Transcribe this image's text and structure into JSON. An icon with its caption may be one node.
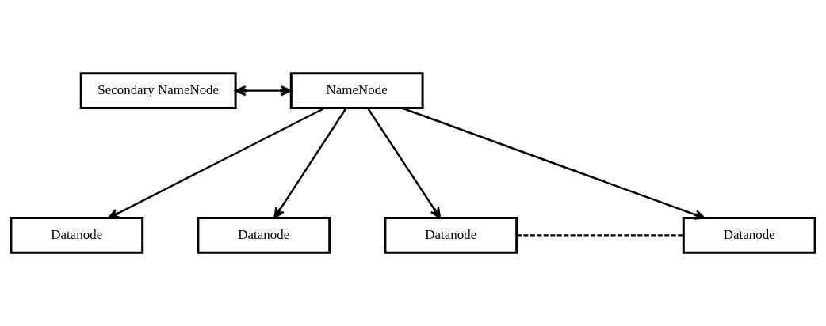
{
  "diagram": {
    "nodes": [
      {
        "text": [
          "Secondary NameNode"
        ]
      },
      {
        "text": [
          "NameNode"
        ]
      },
      {
        "text": [
          "Datanode"
        ]
      },
      {
        "text": [
          "Datanode"
        ]
      },
      {
        "text": [
          "Datanode"
        ]
      },
      {
        "text": [
          "Datanode"
        ]
      }
    ],
    "edges": [
      {
        "from": 0,
        "to": 1,
        "arrow": "both"
      },
      {
        "from": 1,
        "to": 2,
        "arrow": "to"
      },
      {
        "from": 1,
        "to": 3,
        "arrow": "to"
      },
      {
        "from": 1,
        "to": 4,
        "arrow": "to"
      },
      {
        "from": 1,
        "to": 5,
        "arrow": "to"
      },
      {
        "from": 4,
        "to": 5,
        "arrow": "none",
        "style": "dashed"
      }
    ]
  }
}
